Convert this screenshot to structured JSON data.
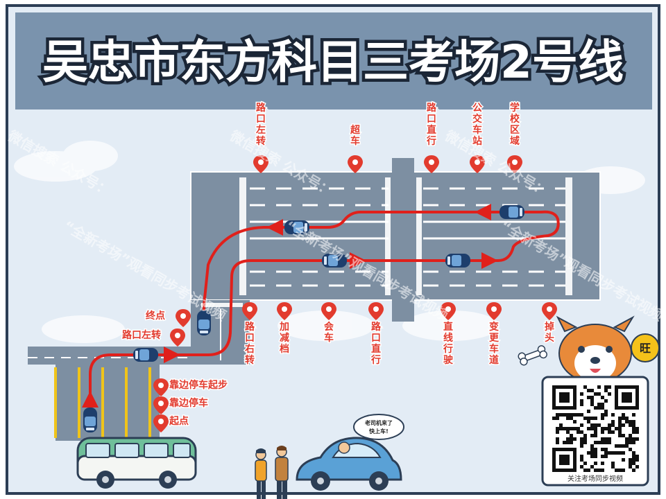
{
  "title": "吴忠市东方科目三考场2号线",
  "colors": {
    "frame": "#2c3e55",
    "banner": "#7a93ad",
    "sky": "#e3ecf5",
    "road": "#7d8fa2",
    "route": "#e0201b",
    "pin": "#e23b2e",
    "lane": "#ffffff",
    "yellow_line": "#f0c419"
  },
  "top_labels": [
    {
      "text": "路口左转"
    },
    {
      "text": "超车"
    },
    {
      "text": "路口直行"
    },
    {
      "text": "公交车站"
    },
    {
      "text": "学校区域"
    }
  ],
  "bottom_labels": [
    {
      "text": "路口右转"
    },
    {
      "text": "加减档"
    },
    {
      "text": "会车"
    },
    {
      "text": "路口直行"
    },
    {
      "text": "直线行驶"
    },
    {
      "text": "变更车道"
    },
    {
      "text": "掉头"
    }
  ],
  "left_labels": [
    {
      "text": "终点"
    },
    {
      "text": "路口左转"
    },
    {
      "text": "靠边停车起步"
    },
    {
      "text": "靠边停车"
    },
    {
      "text": "起点"
    }
  ],
  "watermark": {
    "line1": "微信搜索  公众号：",
    "line2": "“全新考场”观看同步考试视频"
  },
  "speech_bubble": {
    "line1": "老司机来了",
    "line2": "快上车!"
  },
  "mascot_badge": "旺",
  "qr_caption": "关注考场同步视频",
  "icons": [
    "location-pin-icon",
    "car-icon",
    "bus-icon",
    "beetle-car-icon",
    "dog-mascot-icon",
    "bone-icon",
    "qr-code-icon"
  ]
}
